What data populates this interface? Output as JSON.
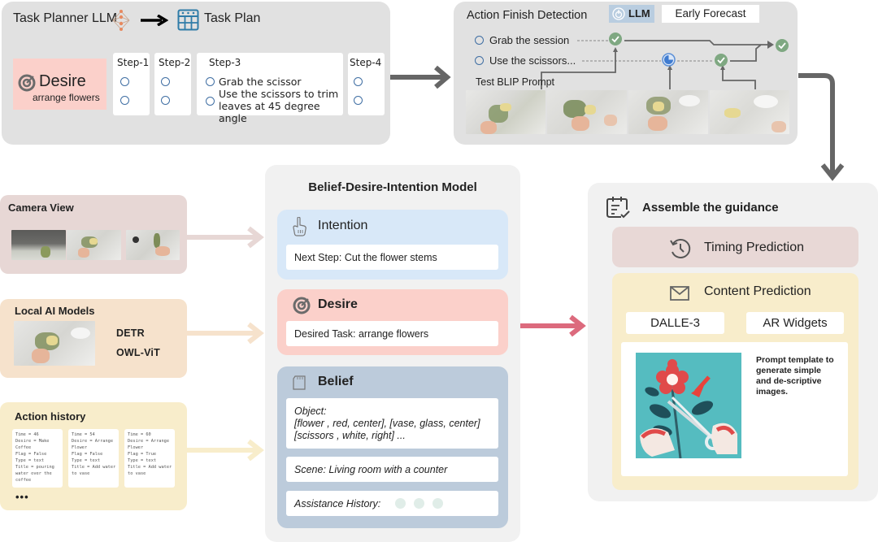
{
  "planner": {
    "title": "Task Planner LLM",
    "plan_title": "Task Plan",
    "desire": {
      "label": "Desire",
      "task": "arrange flowers"
    },
    "steps": [
      {
        "label": "Step-1",
        "items": [
          "",
          ""
        ]
      },
      {
        "label": "Step-2",
        "items": [
          "",
          ""
        ]
      },
      {
        "label": "Step-3",
        "items": [
          "Grab the scissor",
          "Use the scissors to trim leaves at 45 degree angle"
        ]
      },
      {
        "label": "Step-4",
        "items": [
          "",
          ""
        ]
      }
    ]
  },
  "action_finish": {
    "title": "Action Finish Detection",
    "llm_badge": "LLM",
    "forecast_badge": "Early Forecast",
    "actions": [
      "Grab the session",
      "Use the scissors..."
    ],
    "blip_label": "Test BLIP Prompt",
    "status_colors": {
      "done": "#7fa882",
      "pending": "#5b8fd6"
    }
  },
  "inputs": {
    "camera": {
      "title": "Camera View"
    },
    "models": {
      "title": "Local AI Models",
      "names": [
        "DETR",
        "OWL-ViT"
      ]
    },
    "history": {
      "title": "Action history",
      "entries": [
        [
          "Time = 46",
          "Desire = Make",
          "Coffee",
          "Flag = False",
          "Type = text",
          "Title = pouring",
          "water over the",
          "coffee"
        ],
        [
          "Time = 54",
          "Desire = Arrange",
          "Flower",
          "Flag = False",
          "Type = text",
          "Title = Add water",
          "to vase"
        ],
        [
          "Time = 60",
          "Desire = Arrange",
          "Flower",
          "Flag = True",
          "Type = text",
          "Title = Add water",
          "to vase"
        ]
      ],
      "more": "•••"
    }
  },
  "bdi": {
    "title": "Belief-Desire-Intention Model",
    "intention": {
      "label": "Intention",
      "text": "Next Step: Cut the flower stems"
    },
    "desire": {
      "label": "Desire",
      "text": "Desired Task: arrange flowers"
    },
    "belief": {
      "label": "Belief",
      "object_label": "Object:",
      "object_lines": [
        "[flower , red, center], [vase, glass, center]",
        "[scissors , white, right] ..."
      ],
      "scene": "Scene:  Living room with a counter",
      "assistance": "Assistance History:"
    }
  },
  "guidance": {
    "title": "Assemble the guidance",
    "timing": "Timing Prediction",
    "content": "Content Prediction",
    "tools": [
      "DALLE-3",
      "AR Widgets"
    ],
    "prompt_text": "Prompt template to generate simple and de-scriptive images."
  },
  "colors": {
    "panel_gray": "#e1e1e1",
    "desire_pink": "#fbd0ca",
    "intention_blue": "#d8e8f8",
    "belief_blue": "#bccbdb",
    "arrow_red": "#dc6a7d",
    "arrow_gray": "#666666"
  }
}
